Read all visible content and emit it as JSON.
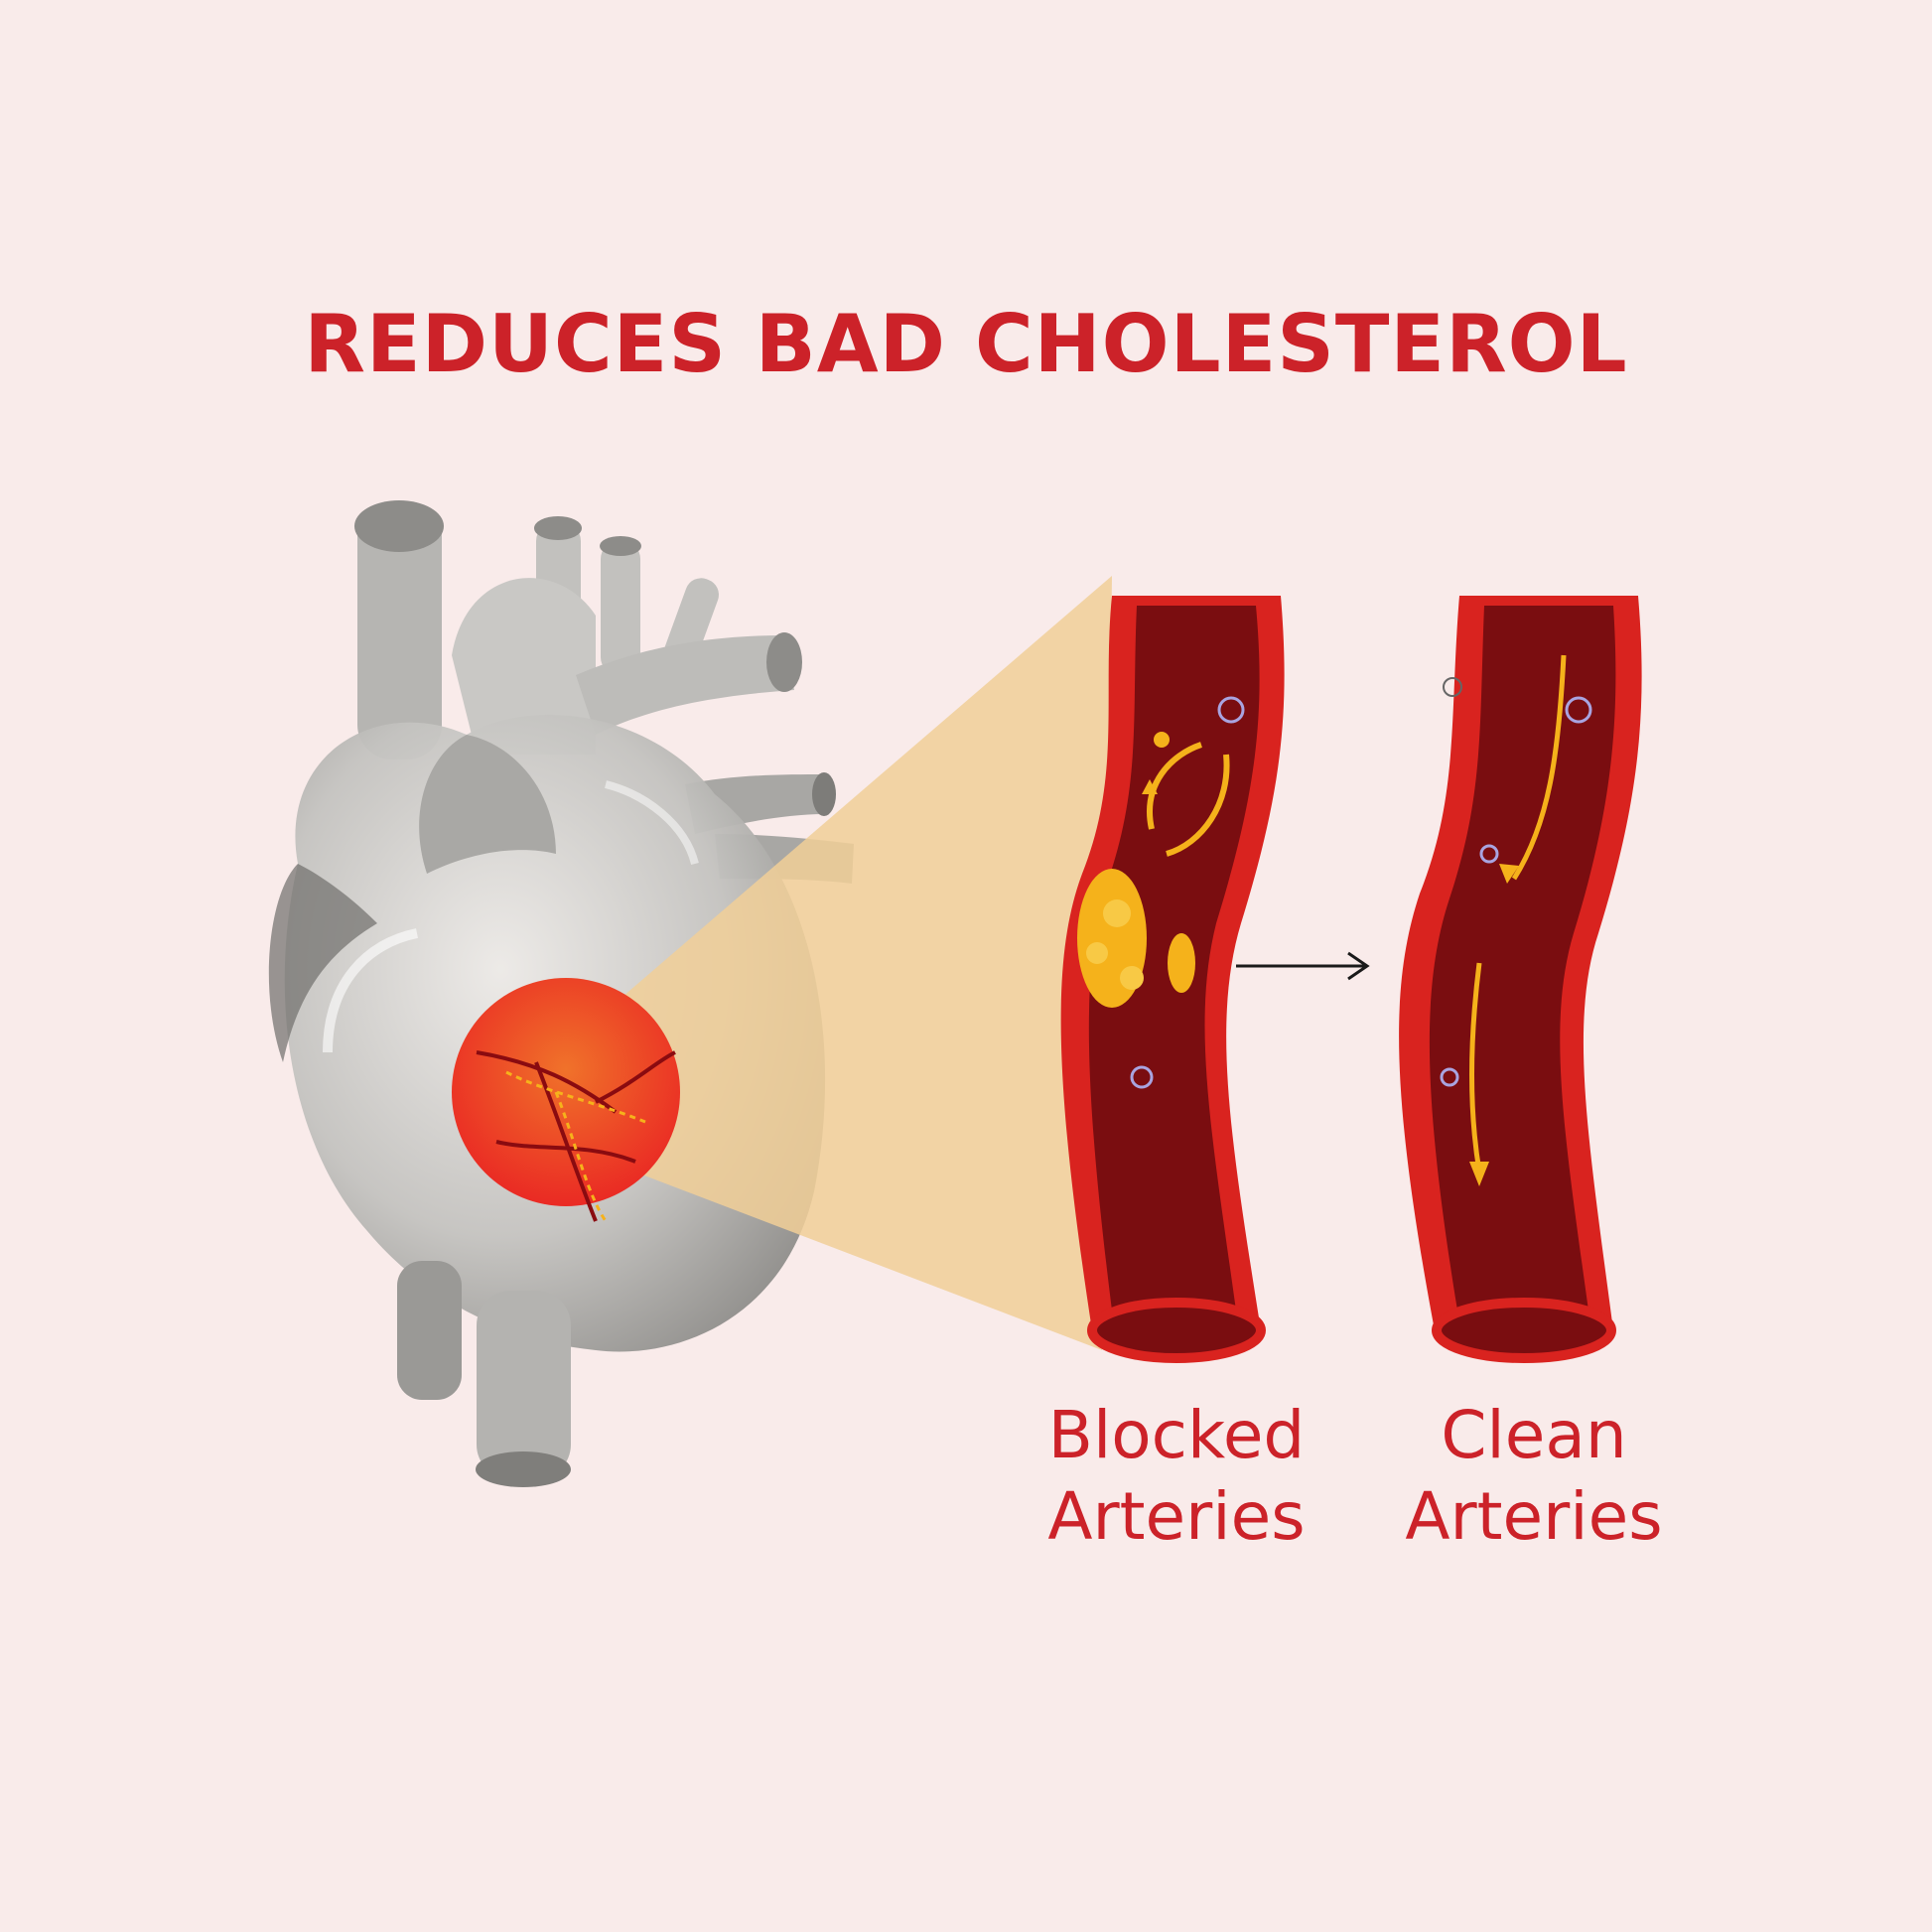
{
  "title": "REDUCES BAD CHOLESTEROL",
  "colors": {
    "background": "#f9ebea",
    "accent": "#cc2229",
    "artery_wall": "#d9231f",
    "artery_inner": "#7a0d10",
    "plaque": "#f5b21b",
    "heart_gray": "#b9b8b5",
    "zoom_cone": "#f1cf98"
  },
  "arteries": [
    {
      "line1": "Blocked",
      "line2": "Arteries"
    },
    {
      "line1": "Clean",
      "line2": "Arteries"
    }
  ]
}
